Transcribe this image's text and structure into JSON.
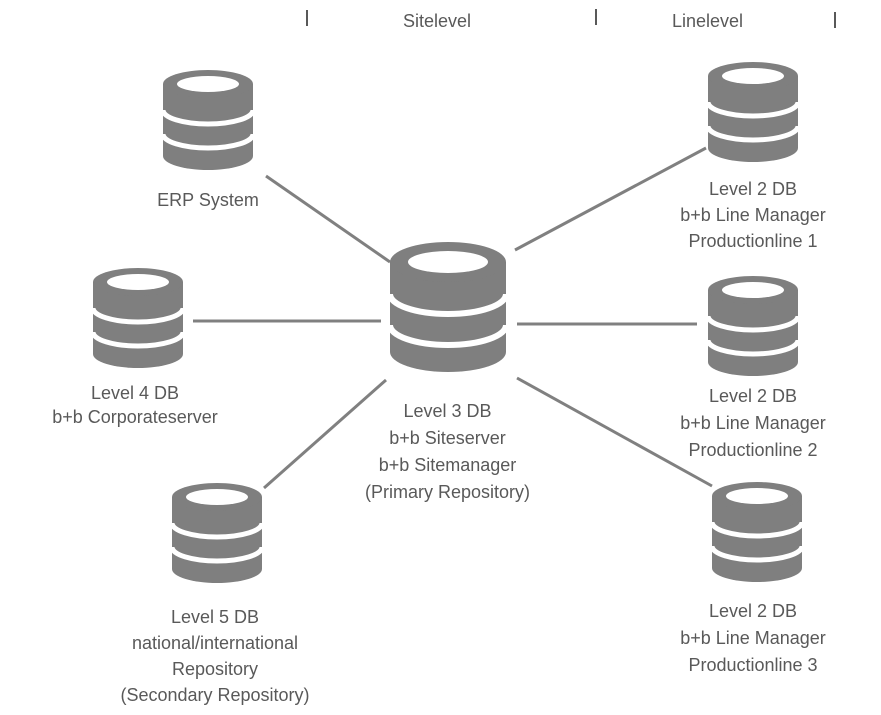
{
  "header": {
    "sitelevel": "Sitelevel",
    "linelevel": "Linelevel"
  },
  "nodes": {
    "erp": {
      "lines": [
        "ERP System"
      ],
      "icon": "database-icon"
    },
    "level4": {
      "lines": [
        "Level 4 DB",
        "b+b Corporateserver"
      ],
      "icon": "database-icon"
    },
    "level5": {
      "lines": [
        "Level 5 DB",
        "national/international",
        "Repository",
        "(Secondary Repository)"
      ],
      "icon": "database-icon"
    },
    "level3": {
      "lines": [
        "Level 3 DB",
        "b+b Siteserver",
        "b+b Sitemanager",
        "(Primary Repository)"
      ],
      "icon": "database-icon"
    },
    "line1": {
      "lines": [
        "Level 2 DB",
        "b+b Line Manager",
        "Productionline 1"
      ],
      "icon": "database-icon"
    },
    "line2": {
      "lines": [
        "Level 2 DB",
        "b+b Line Manager",
        "Productionline 2"
      ],
      "icon": "database-icon"
    },
    "line3": {
      "lines": [
        "Level 2 DB",
        "b+b Line Manager",
        "Productionline 3"
      ],
      "icon": "database-icon"
    }
  },
  "colors": {
    "icon": "#7f7f7f",
    "connector": "#808080",
    "text": "#595959"
  }
}
